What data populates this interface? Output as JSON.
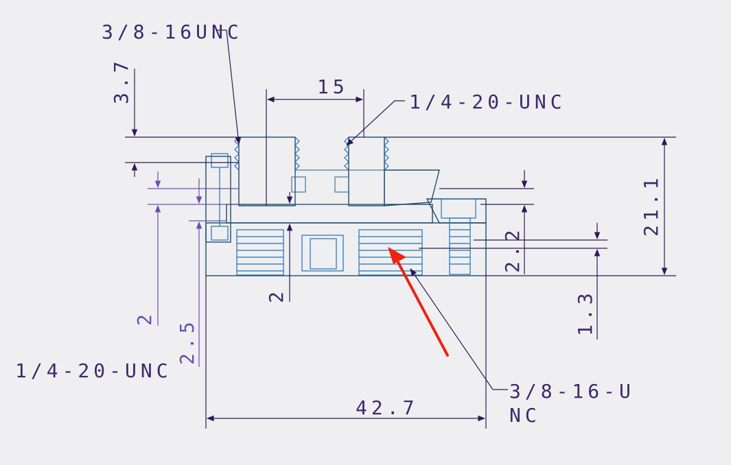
{
  "colors": {
    "background": "#efeff1",
    "dimension": "#2b1a55",
    "dimension_alt": "#6a4fb0",
    "part_outline": "#1f4a6a",
    "thread": "#1e6fb8",
    "hatch": "#3a3050",
    "arrow_annotation": "#ee2211"
  },
  "callouts": {
    "top_left_thread": "3/8-16UNC",
    "top_right_thread": "1/4-20-UNC",
    "left_thread": "1/4-20-UNC",
    "bottom_right_thread_line1": "3/8-16-U",
    "bottom_right_thread_line2": "NC"
  },
  "dimensions": {
    "d_3_7": "3.7",
    "d_15": "15",
    "d_21_1": "21.1",
    "d_2_2": "2.2",
    "d_1_3": "1.3",
    "d_2_center": "2",
    "d_2_left": "2",
    "d_2_5": "2.5",
    "d_42_7": "42.7"
  },
  "icons": {
    "annotation_arrow": "red-arrow-icon"
  }
}
